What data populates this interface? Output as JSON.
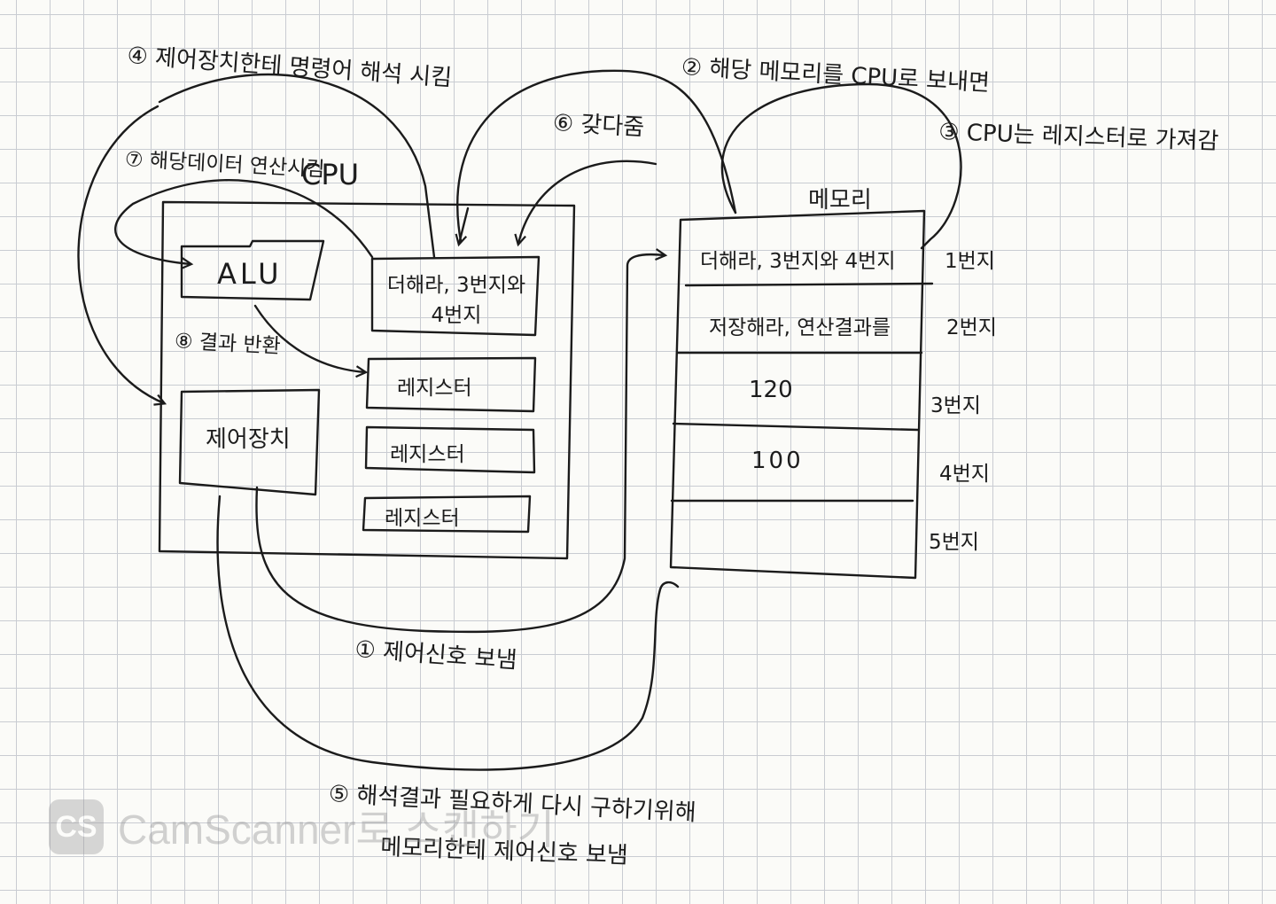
{
  "steps": {
    "step4": "④ 제어장치한테 명령어 해석 시킴",
    "step2": "② 해당 메모리를 CPU로 보내면",
    "step3": "③ CPU는 레지스터로 가져감",
    "step6": "⑥ 갖다줌",
    "step7": "⑦ 해당데이터 연산시킴",
    "step8": "⑧ 결과 반환",
    "step1": "① 제어신호 보냄",
    "step5_line1": "⑤ 해석결과 필요하게 다시 구하기위해",
    "step5_line2": "메모리한테 제어신호 보냄"
  },
  "cpu": {
    "title": "CPU",
    "alu": "ALU",
    "control_unit": "제어장치",
    "registers": [
      "더해라, 3번지와 4번지",
      "레지스터",
      "레지스터",
      "레지스터"
    ]
  },
  "memory": {
    "title": "메모리",
    "cells": [
      {
        "content": "더해라, 3번지와 4번지",
        "address": "1번지"
      },
      {
        "content": "저장해라, 연산결과를",
        "address": "2번지"
      },
      {
        "content": "120",
        "address": "3번지"
      },
      {
        "content": "100",
        "address": "4번지"
      },
      {
        "content": "",
        "address": "5번지"
      }
    ]
  },
  "watermark": {
    "logo": "CS",
    "text": "CamScanner로 스캔하기"
  }
}
